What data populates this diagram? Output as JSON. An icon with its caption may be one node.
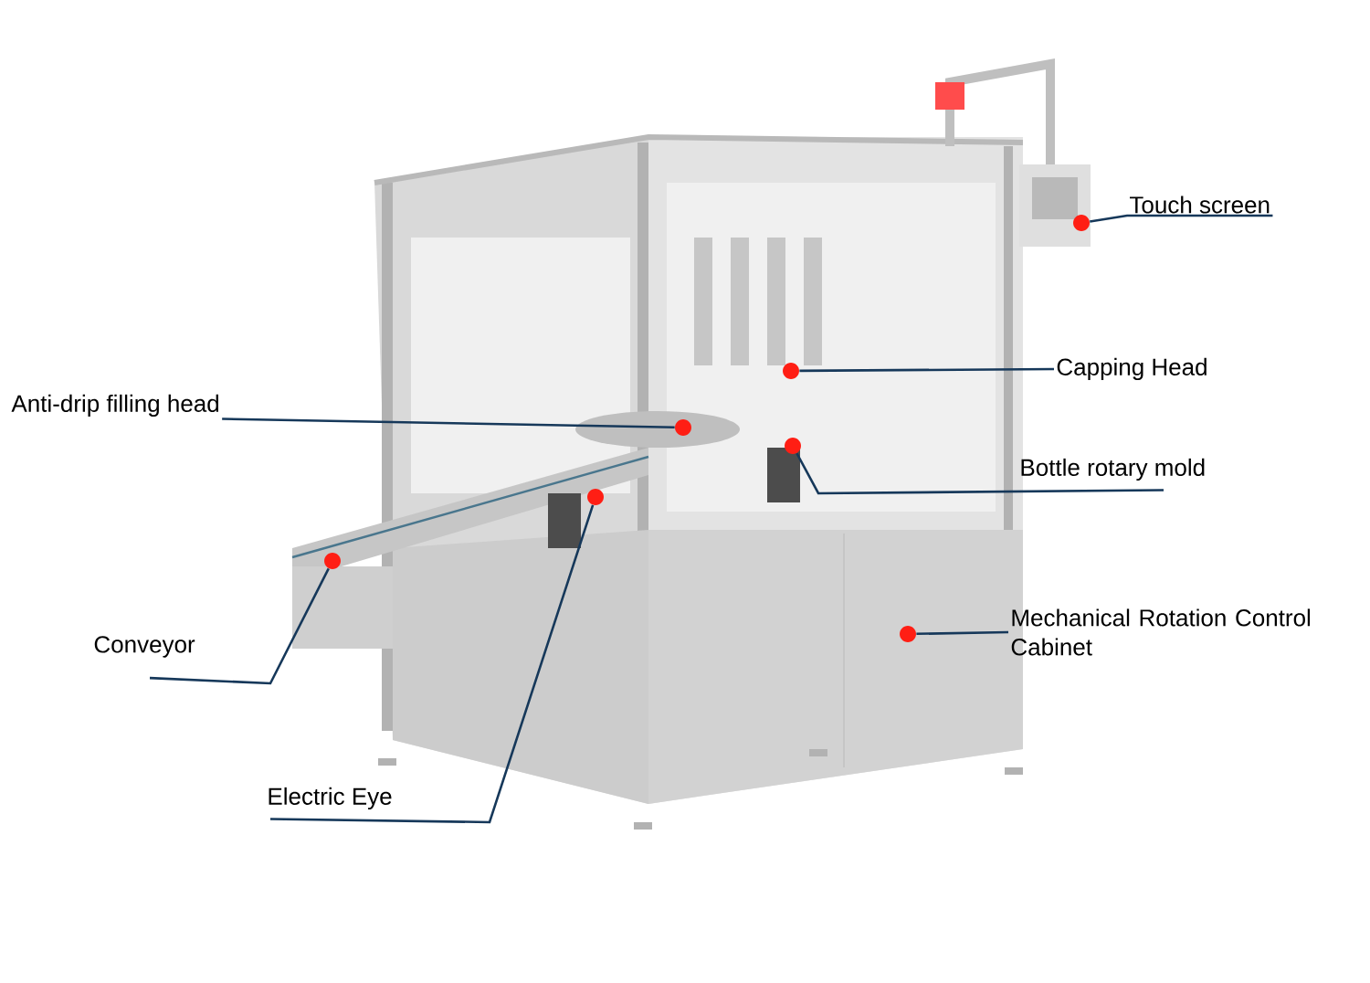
{
  "diagram": {
    "nodes": [
      {
        "text": [
          "Touch screen"
        ]
      },
      {
        "text": [
          "Capping  Head"
        ]
      },
      {
        "text": [
          "Anti-drip filling head"
        ]
      },
      {
        "text": [
          "Bottle rotary mold"
        ]
      },
      {
        "text": [
          "Conveyor"
        ]
      },
      {
        "text": [
          "Electric Eye"
        ]
      },
      {
        "text": [
          "Mechanical Rotation Control Cabinet"
        ]
      },
      {
        "text": [],
        "shape": "circle"
      },
      {
        "text": [],
        "shape": "circle"
      },
      {
        "text": [],
        "shape": "circle"
      },
      {
        "text": [],
        "shape": "circle"
      },
      {
        "text": [],
        "shape": "circle"
      },
      {
        "text": [],
        "shape": "circle"
      },
      {
        "text": [],
        "shape": "circle"
      }
    ],
    "edges": [
      {
        "from": 0,
        "to": 7,
        "arrow": "none"
      },
      {
        "from": 1,
        "to": 8,
        "arrow": "none"
      },
      {
        "from": 2,
        "to": 9,
        "arrow": "none"
      },
      {
        "from": 3,
        "to": 10,
        "arrow": "none"
      },
      {
        "from": 4,
        "to": 12,
        "arrow": "none"
      },
      {
        "from": 5,
        "to": 11,
        "arrow": "none"
      },
      {
        "from": 6,
        "to": 13,
        "arrow": "none"
      }
    ]
  }
}
